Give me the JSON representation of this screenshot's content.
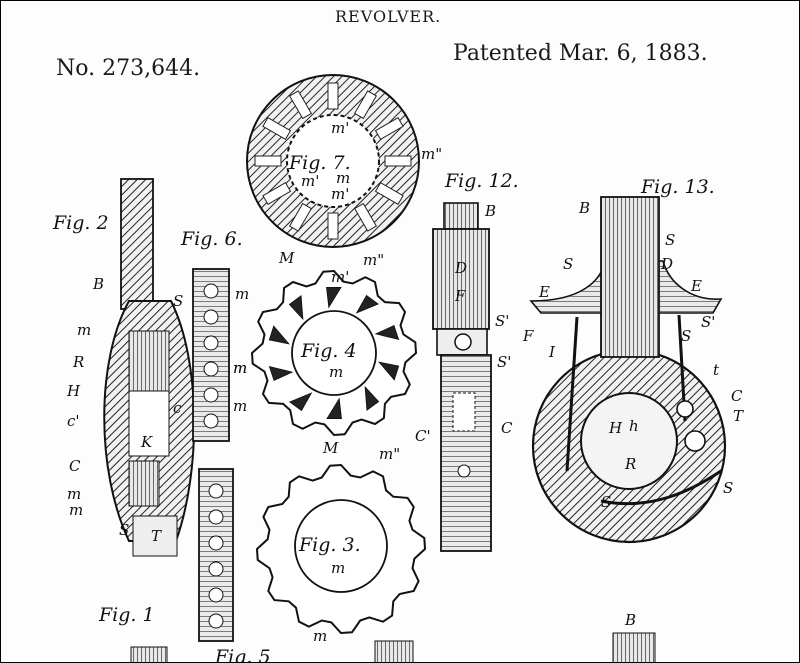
{
  "document": {
    "title": "REVOLVER.",
    "patent_number": "No. 273,644.",
    "patent_date": "Patented Mar. 6, 1883."
  },
  "figures": [
    {
      "id": "fig2",
      "label": "Fig. 2"
    },
    {
      "id": "fig6",
      "label": "Fig. 6."
    },
    {
      "id": "fig7",
      "label": "Fig. 7."
    },
    {
      "id": "fig4",
      "label": "Fig. 4"
    },
    {
      "id": "fig3",
      "label": "Fig. 3."
    },
    {
      "id": "fig12",
      "label": "Fig. 12."
    },
    {
      "id": "fig13",
      "label": "Fig. 13."
    },
    {
      "id": "fig1",
      "label": "Fig. 1"
    },
    {
      "id": "fig5",
      "label": "Fig. 5"
    }
  ],
  "labels": {
    "fig2": [
      "B",
      "S",
      "m",
      "R",
      "H",
      "c'",
      "C",
      "m",
      "K",
      "c",
      "m",
      "S",
      "T"
    ],
    "fig6": [
      "m",
      "m",
      "m"
    ],
    "fig7": [
      "m'",
      "m'",
      "m",
      "m'",
      "m\""
    ],
    "fig4": [
      "M",
      "m\"",
      "m'",
      "m",
      "m"
    ],
    "fig3": [
      "M",
      "m\"",
      "m",
      "m"
    ],
    "fig12": [
      "B",
      "D",
      "F",
      "S'",
      "S'",
      "C'",
      "C"
    ],
    "fig13": [
      "B",
      "S",
      "S",
      "D",
      "E",
      "E",
      "F",
      "I",
      "S'",
      "S",
      "t",
      "C",
      "T",
      "h",
      "H",
      "R",
      "S",
      "S"
    ]
  }
}
